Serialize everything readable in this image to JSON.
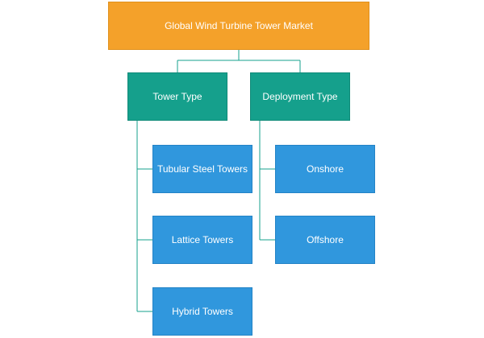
{
  "diagram": {
    "root": {
      "label": "Global Wind Turbine Tower Market"
    },
    "categories": [
      {
        "label": "Tower Type",
        "children": [
          {
            "label": "Tubular Steel Towers"
          },
          {
            "label": "Lattice Towers"
          },
          {
            "label": "Hybrid Towers"
          }
        ]
      },
      {
        "label": "Deployment Type",
        "children": [
          {
            "label": "Onshore"
          },
          {
            "label": "Offshore"
          }
        ]
      }
    ]
  },
  "colors": {
    "root": "#f4a12a",
    "category": "#15a08c",
    "leaf": "#3097dd",
    "connector": "#15a08c"
  }
}
